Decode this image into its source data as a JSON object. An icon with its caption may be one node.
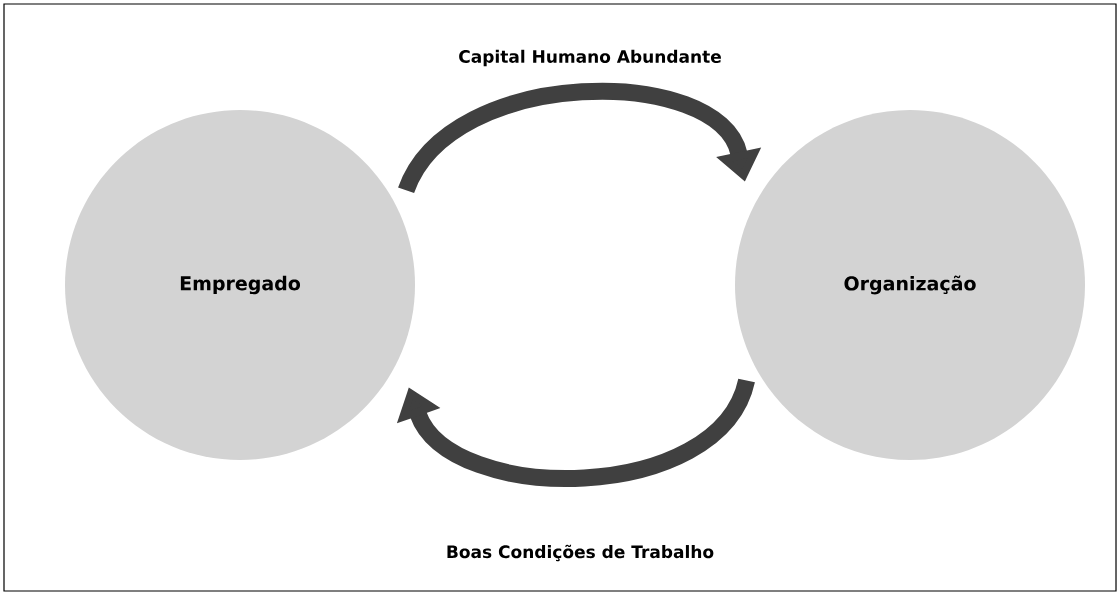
{
  "diagram": {
    "nodes": [
      {
        "text": [
          "Empregado"
        ]
      },
      {
        "text": [
          "Organização"
        ]
      }
    ],
    "edges": [
      {
        "from": 0,
        "to": 1,
        "arrow": "to",
        "label": "Capital Humano Abundante"
      },
      {
        "from": 1,
        "to": 0,
        "arrow": "to",
        "label": "Boas Condições de Trabalho"
      }
    ]
  }
}
